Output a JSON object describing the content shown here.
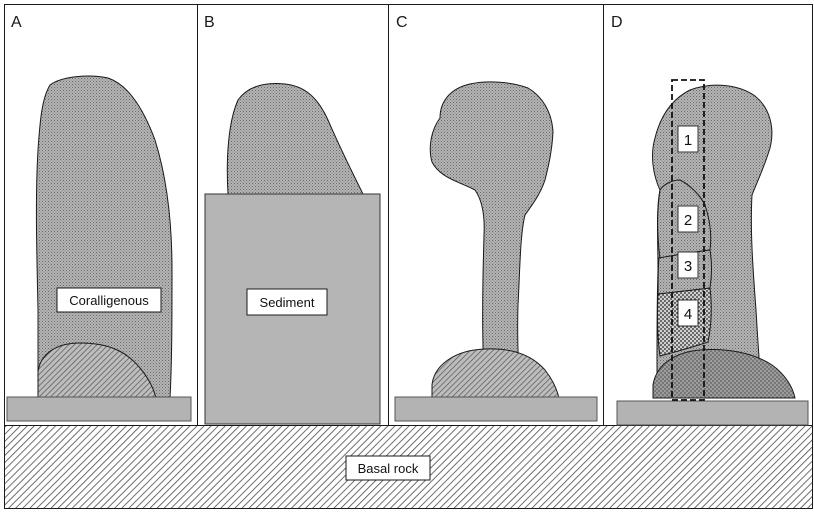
{
  "panels": {
    "a": "A",
    "b": "B",
    "c": "C",
    "d": "D"
  },
  "labels": {
    "coralligenous": "Coralligenous",
    "sediment": "Sediment",
    "basal_rock": "Basal rock"
  },
  "core_sections": [
    "1",
    "2",
    "3",
    "4"
  ],
  "colors": {
    "coralligenous_fill": "#a9a9a9",
    "sediment_fill": "#b5b5b5",
    "base_strip_fill": "#b3b3b3",
    "basal_rock_hatch": "#4a4a4a",
    "outline": "#1a1a1a"
  }
}
